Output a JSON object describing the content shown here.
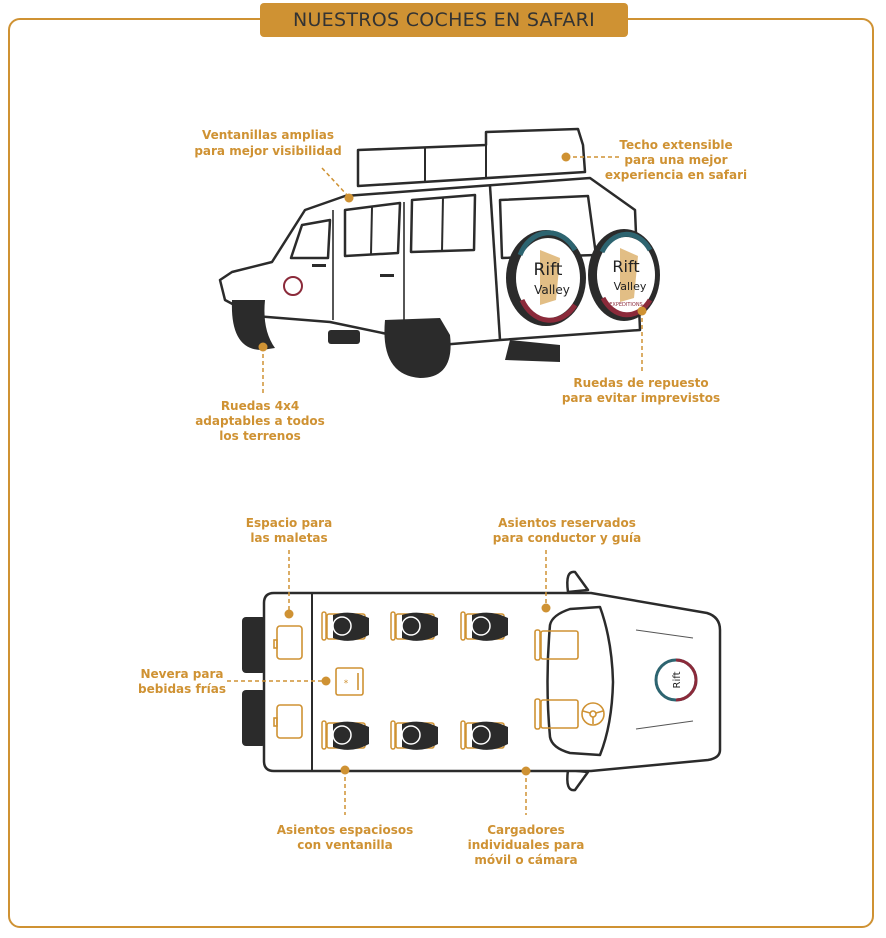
{
  "title": "NUESTROS COCHES EN SAFARI",
  "colors": {
    "accent": "#CF9233",
    "dark": "#2b2b2b"
  },
  "side_view": {
    "labels": {
      "windows": [
        "Ventanillas amplias",
        "para mejor visibilidad"
      ],
      "roof": [
        "Techo extensible",
        "para una mejor",
        "experiencia en safari"
      ],
      "wheels": [
        "Ruedas 4x4",
        "adaptables a todos",
        "los terrenos"
      ],
      "spare": [
        "Ruedas de repuesto",
        "para evitar imprevistos"
      ]
    },
    "logo": {
      "line1": "Rift",
      "line2": "Valley",
      "line3": "EXPEDITIONS"
    }
  },
  "top_view": {
    "labels": {
      "luggage": [
        "Espacio para",
        "las maletas"
      ],
      "front_seats": [
        "Asientos reservados",
        "para conductor y guía"
      ],
      "fridge": [
        "Nevera para",
        "bebidas frías"
      ],
      "seats": [
        "Asientos espaciosos",
        "con ventanilla"
      ],
      "chargers": [
        "Cargadores",
        "individuales para",
        "móvil o cámara"
      ]
    }
  }
}
